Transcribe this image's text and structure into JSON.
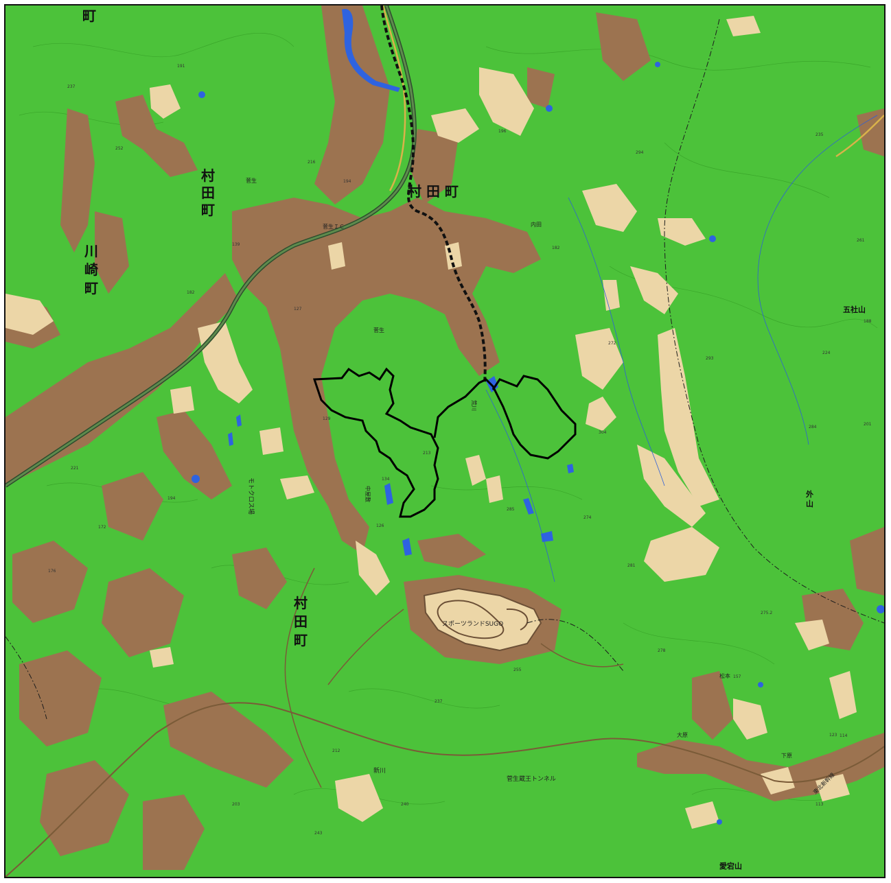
{
  "map": {
    "colors": {
      "forest": "#4cc23a",
      "developed": "#9c7350",
      "bare": "#ecd6a7",
      "water": "#2e63e0",
      "road": "#d9b24a",
      "boundary": "#111111"
    },
    "municipality_labels": {
      "top_left": "町",
      "west_north": "村\n田\n町",
      "west": "川\n崎\n町",
      "center_north": "村 田 町",
      "center_south": "村\n田\n町"
    },
    "mountains": {
      "gosha": "五社山",
      "sotoyama": "外\n山",
      "atago": "愛宕山"
    },
    "facilities": {
      "sportsland": "スポーツランドSUGO",
      "motocross": "モトクロス場",
      "tunnel": "菅生蔵王トンネル",
      "river_shin": "新川",
      "ic": "菅生ＩＣ",
      "sugyu_north": "菅生",
      "sugyu_south": "菅生",
      "uchida": "内田",
      "matsumoto": "松本",
      "ohara": "大原",
      "shimohara": "下原",
      "nakaharacho": "中屋敷",
      "railway": "東北新幹線",
      "river_sakura": "荒川"
    },
    "elevations": [
      "191",
      "221",
      "237",
      "252",
      "216",
      "194",
      "139",
      "182",
      "196",
      "294",
      "235",
      "261",
      "188",
      "293",
      "224",
      "284",
      "201",
      "304",
      "272",
      "213",
      "285",
      "212",
      "281",
      "274",
      "275.2",
      "278",
      "255",
      "243",
      "240",
      "203",
      "237",
      "176",
      "172",
      "182",
      "194",
      "129",
      "126",
      "134",
      "123",
      "127",
      "157",
      "114",
      "113"
    ]
  }
}
